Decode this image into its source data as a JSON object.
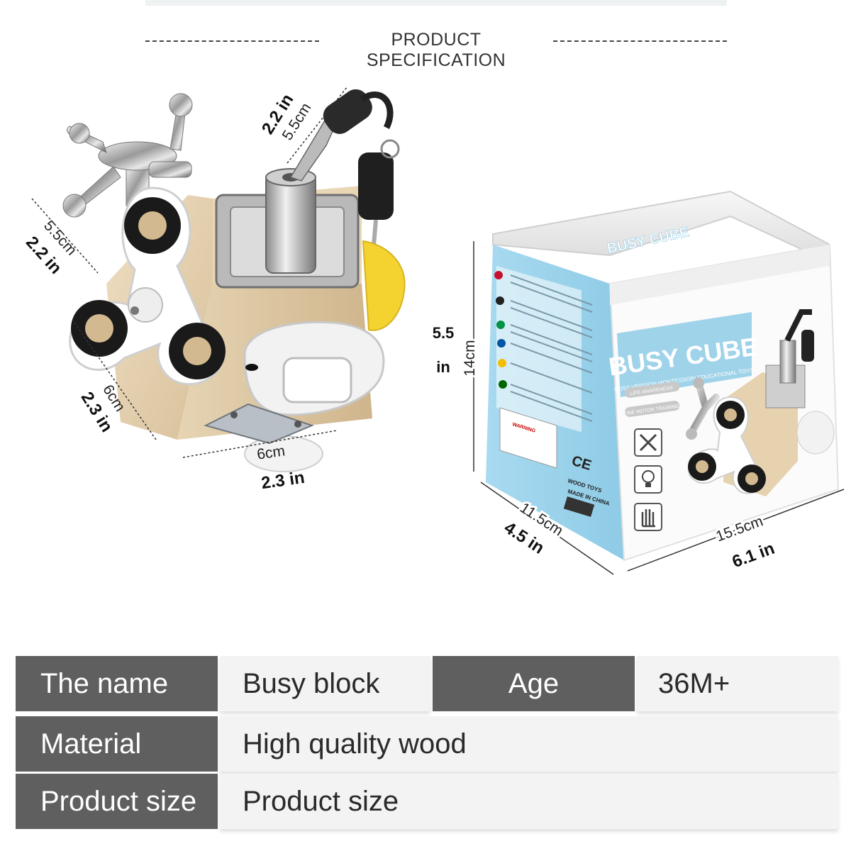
{
  "heading": "PRODUCT SPECIFICATION",
  "cube_dimensions": {
    "top_cm": "5.5cm",
    "top_in": "2.2 in",
    "left_cm": "5.5cm",
    "left_in": "2.2 in",
    "depth_cm": "6cm",
    "depth_in": "2.3 in",
    "width_cm": "6cm",
    "width_in": "2.3 in"
  },
  "box_dimensions": {
    "height_cm": "14cm",
    "height_in_top": "5.5",
    "height_in_bottom": "in",
    "depth_cm": "11.5cm",
    "depth_in": "4.5 in",
    "width_cm": "15.5cm",
    "width_in": "6.1 in"
  },
  "box_print": {
    "top_brand": "BUSY CUBE",
    "title": "BUSY CUBE",
    "subtitle": "BUSY VERSION MONTESSORI EDUCATIONAL TOYS",
    "pill_1": "LIFE AWARENESS",
    "pill_2": "FINE MOTOR TRAINING",
    "warning": "WARNING",
    "ce": "CE",
    "wood_toys": "WOOD TOYS",
    "made_in": "MADE IN CHINA"
  },
  "spec_table": {
    "rows": [
      {
        "label": "The name",
        "value": "Busy block",
        "label2": "Age",
        "value2": "36M+"
      },
      {
        "label": "Material",
        "value": "High quality wood"
      },
      {
        "label": "Product size",
        "value": "Product size"
      }
    ]
  },
  "colors": {
    "label_bg": "#5f5f5f",
    "value_bg": "#f3f3f3",
    "box_blue": "#9fd3ea",
    "wood": "#e3cfad"
  }
}
